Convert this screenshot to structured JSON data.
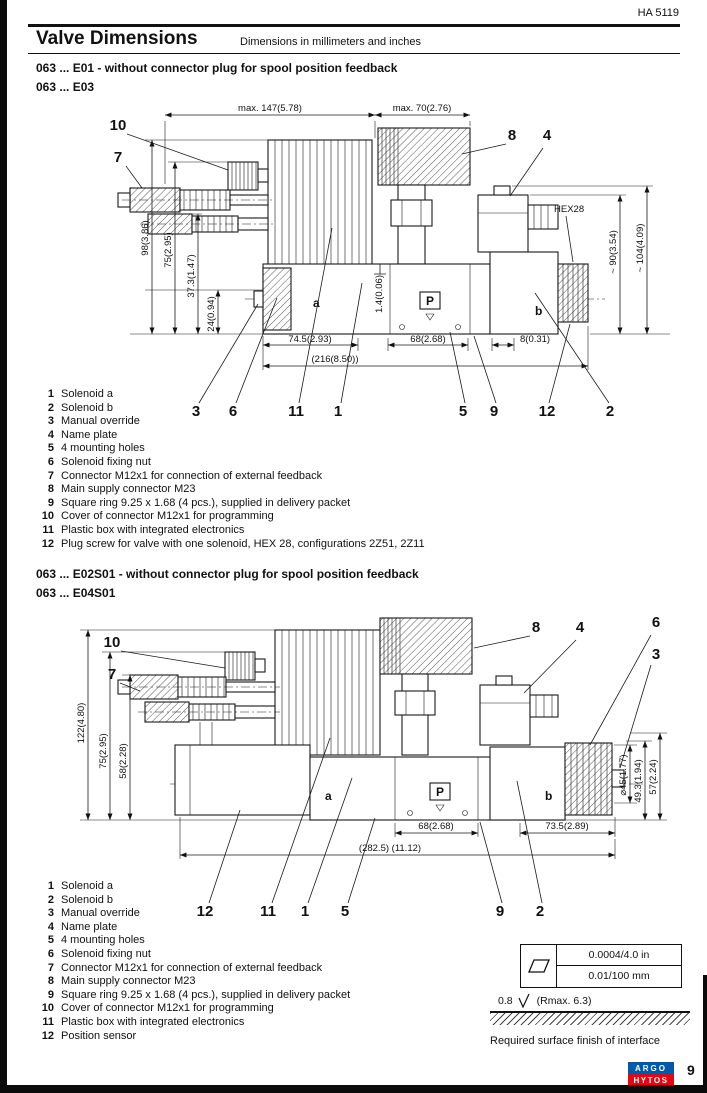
{
  "page": {
    "doc_ref": "HA 5119",
    "title": "Valve Dimensions",
    "subtitle": "Dimensions in millimeters and inches",
    "page_number": "9",
    "brand": {
      "top": "ARGO",
      "bottom": "HYTOS"
    }
  },
  "callouts": {
    "n1": "1",
    "n2": "2",
    "n3": "3",
    "n4": "4",
    "n5": "5",
    "n6": "6",
    "n7": "7",
    "n8": "8",
    "n9": "9",
    "n10": "10",
    "n11": "11",
    "n12": "12"
  },
  "section1": {
    "heading_line1": "063 ... E01 - without connector plug for spool position feedback",
    "heading_line2": "063 ... E03",
    "drawing": {
      "dim_max_width": "max. 147(5.78)",
      "dim_max_width2": "max. 70(2.76)",
      "dim_h98": "98(3.86)",
      "dim_h75": "75(2.95)",
      "dim_h373": "37.3(1.47)",
      "dim_h24": "24(0.94)",
      "dim_r90": "~ 90(3.54)",
      "dim_r104": "~ 104(4.09)",
      "dim_w745": "74.5(2.93)",
      "dim_w68": "68(2.68)",
      "dim_w8": "8(0.31)",
      "dim_w216": "(216(8.50))",
      "dim_t14": "1.4(0.06)",
      "hex_label": "HEX28",
      "port_a": "a",
      "port_p": "P",
      "port_b": "b"
    },
    "legend": [
      {
        "num": "1",
        "text": "Solenoid a"
      },
      {
        "num": "2",
        "text": "Solenoid b"
      },
      {
        "num": "3",
        "text": "Manual override"
      },
      {
        "num": "4",
        "text": "Name plate"
      },
      {
        "num": "5",
        "text": "4 mounting holes"
      },
      {
        "num": "6",
        "text": "Solenoid fixing nut"
      },
      {
        "num": "7",
        "text": "Connector M12x1 for connection of external feedback"
      },
      {
        "num": "8",
        "text": "Main supply connector M23"
      },
      {
        "num": "9",
        "text": "Square ring 9.25 x 1.68 (4 pcs.), supplied in delivery packet"
      },
      {
        "num": "10",
        "text": "Cover of connector M12x1 for programming"
      },
      {
        "num": "11",
        "text": "Plastic box with integrated electronics"
      },
      {
        "num": "12",
        "text": "Plug screw for valve with one solenoid, HEX 28, configurations 2Z51, 2Z11"
      }
    ]
  },
  "section2": {
    "heading_line1": "063 ... E02S01 - without connector plug for spool position feedback",
    "heading_line2": "063 ... E04S01",
    "drawing": {
      "dim_h122": "122(4.80)",
      "dim_h75": "75(2.95)",
      "dim_h58": "58(2.28)",
      "dim_w68": "68(2.68)",
      "dim_w735": "73.5(2.89)",
      "dim_w2825": "(282.5) (11.12)",
      "dim_d45": "⌀45(1.77)",
      "dim_h493": "49.3(1.94)",
      "dim_h57": "57(2.24)",
      "port_a": "a",
      "port_p": "P",
      "port_b": "b"
    },
    "legend": [
      {
        "num": "1",
        "text": "Solenoid a"
      },
      {
        "num": "2",
        "text": "Solenoid b"
      },
      {
        "num": "3",
        "text": "Manual override"
      },
      {
        "num": "4",
        "text": "Name plate"
      },
      {
        "num": "5",
        "text": "4 mounting holes"
      },
      {
        "num": "6",
        "text": "Solenoid fixing nut"
      },
      {
        "num": "7",
        "text": "Connector M12x1 for connection of external feedback"
      },
      {
        "num": "8",
        "text": "Main supply connector M23"
      },
      {
        "num": "9",
        "text": "Square ring 9.25 x 1.68 (4 pcs.), supplied in delivery packet"
      },
      {
        "num": "10",
        "text": "Cover of connector M12x1 for programming"
      },
      {
        "num": "11",
        "text": "Plastic box with integrated electronics"
      },
      {
        "num": "12",
        "text": "Position sensor"
      }
    ]
  },
  "surface_finish": {
    "value_in": "0.0004/4.0 in",
    "value_mm": "0.01/100 mm",
    "roughness": "0.8",
    "rmax": "(Rmax. 6.3)",
    "caption": "Required surface finish of interface"
  }
}
